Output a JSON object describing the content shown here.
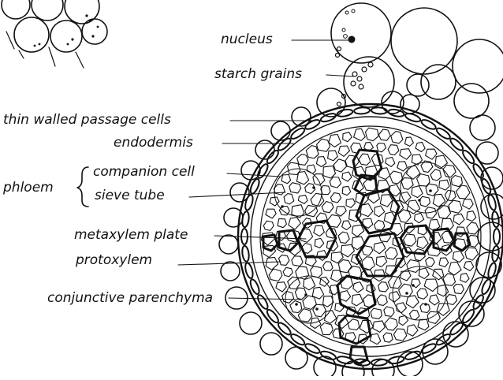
{
  "diagram": {
    "labels": {
      "nucleus": "nucleus",
      "starch_grains": "starch grains",
      "passage_cells": "thin walled passage cells",
      "endodermis": "endodermis",
      "phloem": "phloem",
      "companion_cell": "companion cell",
      "sieve_tube": "sieve tube",
      "metaxylem_plate": "metaxylem plate",
      "protoxylem": "protoxylem",
      "conjunctive_parenchyma": "conjunctive parenchyma"
    },
    "colors": {
      "ink": "#111111",
      "paper": "#ffffff"
    }
  }
}
